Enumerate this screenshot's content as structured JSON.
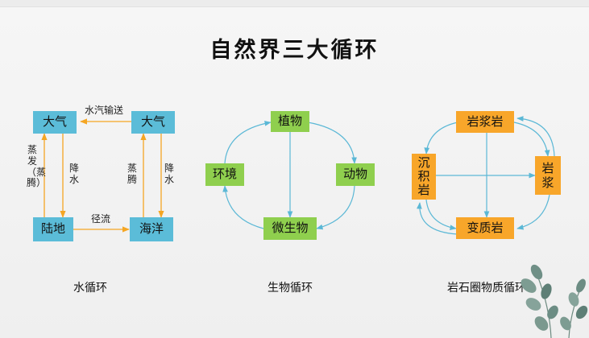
{
  "title": "自然界三大循环",
  "water": {
    "nodes": {
      "atmosphere_left": "大气",
      "atmosphere_right": "大气",
      "land": "陆地",
      "ocean": "海洋"
    },
    "labels": {
      "vapor_transport": "水汽输送",
      "runoff": "径流",
      "evaporation_transpiration": "蒸发（蒸腾）",
      "precipitation_left": "降水",
      "evaporation_right": "蒸腾",
      "precipitation_right": "降水"
    },
    "caption": "水循环"
  },
  "bio": {
    "nodes": {
      "plant": "植物",
      "animal": "动物",
      "microbe": "微生物",
      "environment": "环境"
    },
    "caption": "生物循环"
  },
  "rock": {
    "nodes": {
      "magma_rock": "岩浆岩",
      "sedimentary": "沉积岩",
      "magma": "岩浆",
      "metamorphic": "变质岩"
    },
    "caption": "岩石圈物质循环"
  },
  "colors": {
    "water_box": "#5bbcd8",
    "bio_box": "#8fcf4e",
    "rock_box": "#f8a62a",
    "water_arrow": "#f5a623",
    "cycle_arrow": "#5bb8d6"
  }
}
